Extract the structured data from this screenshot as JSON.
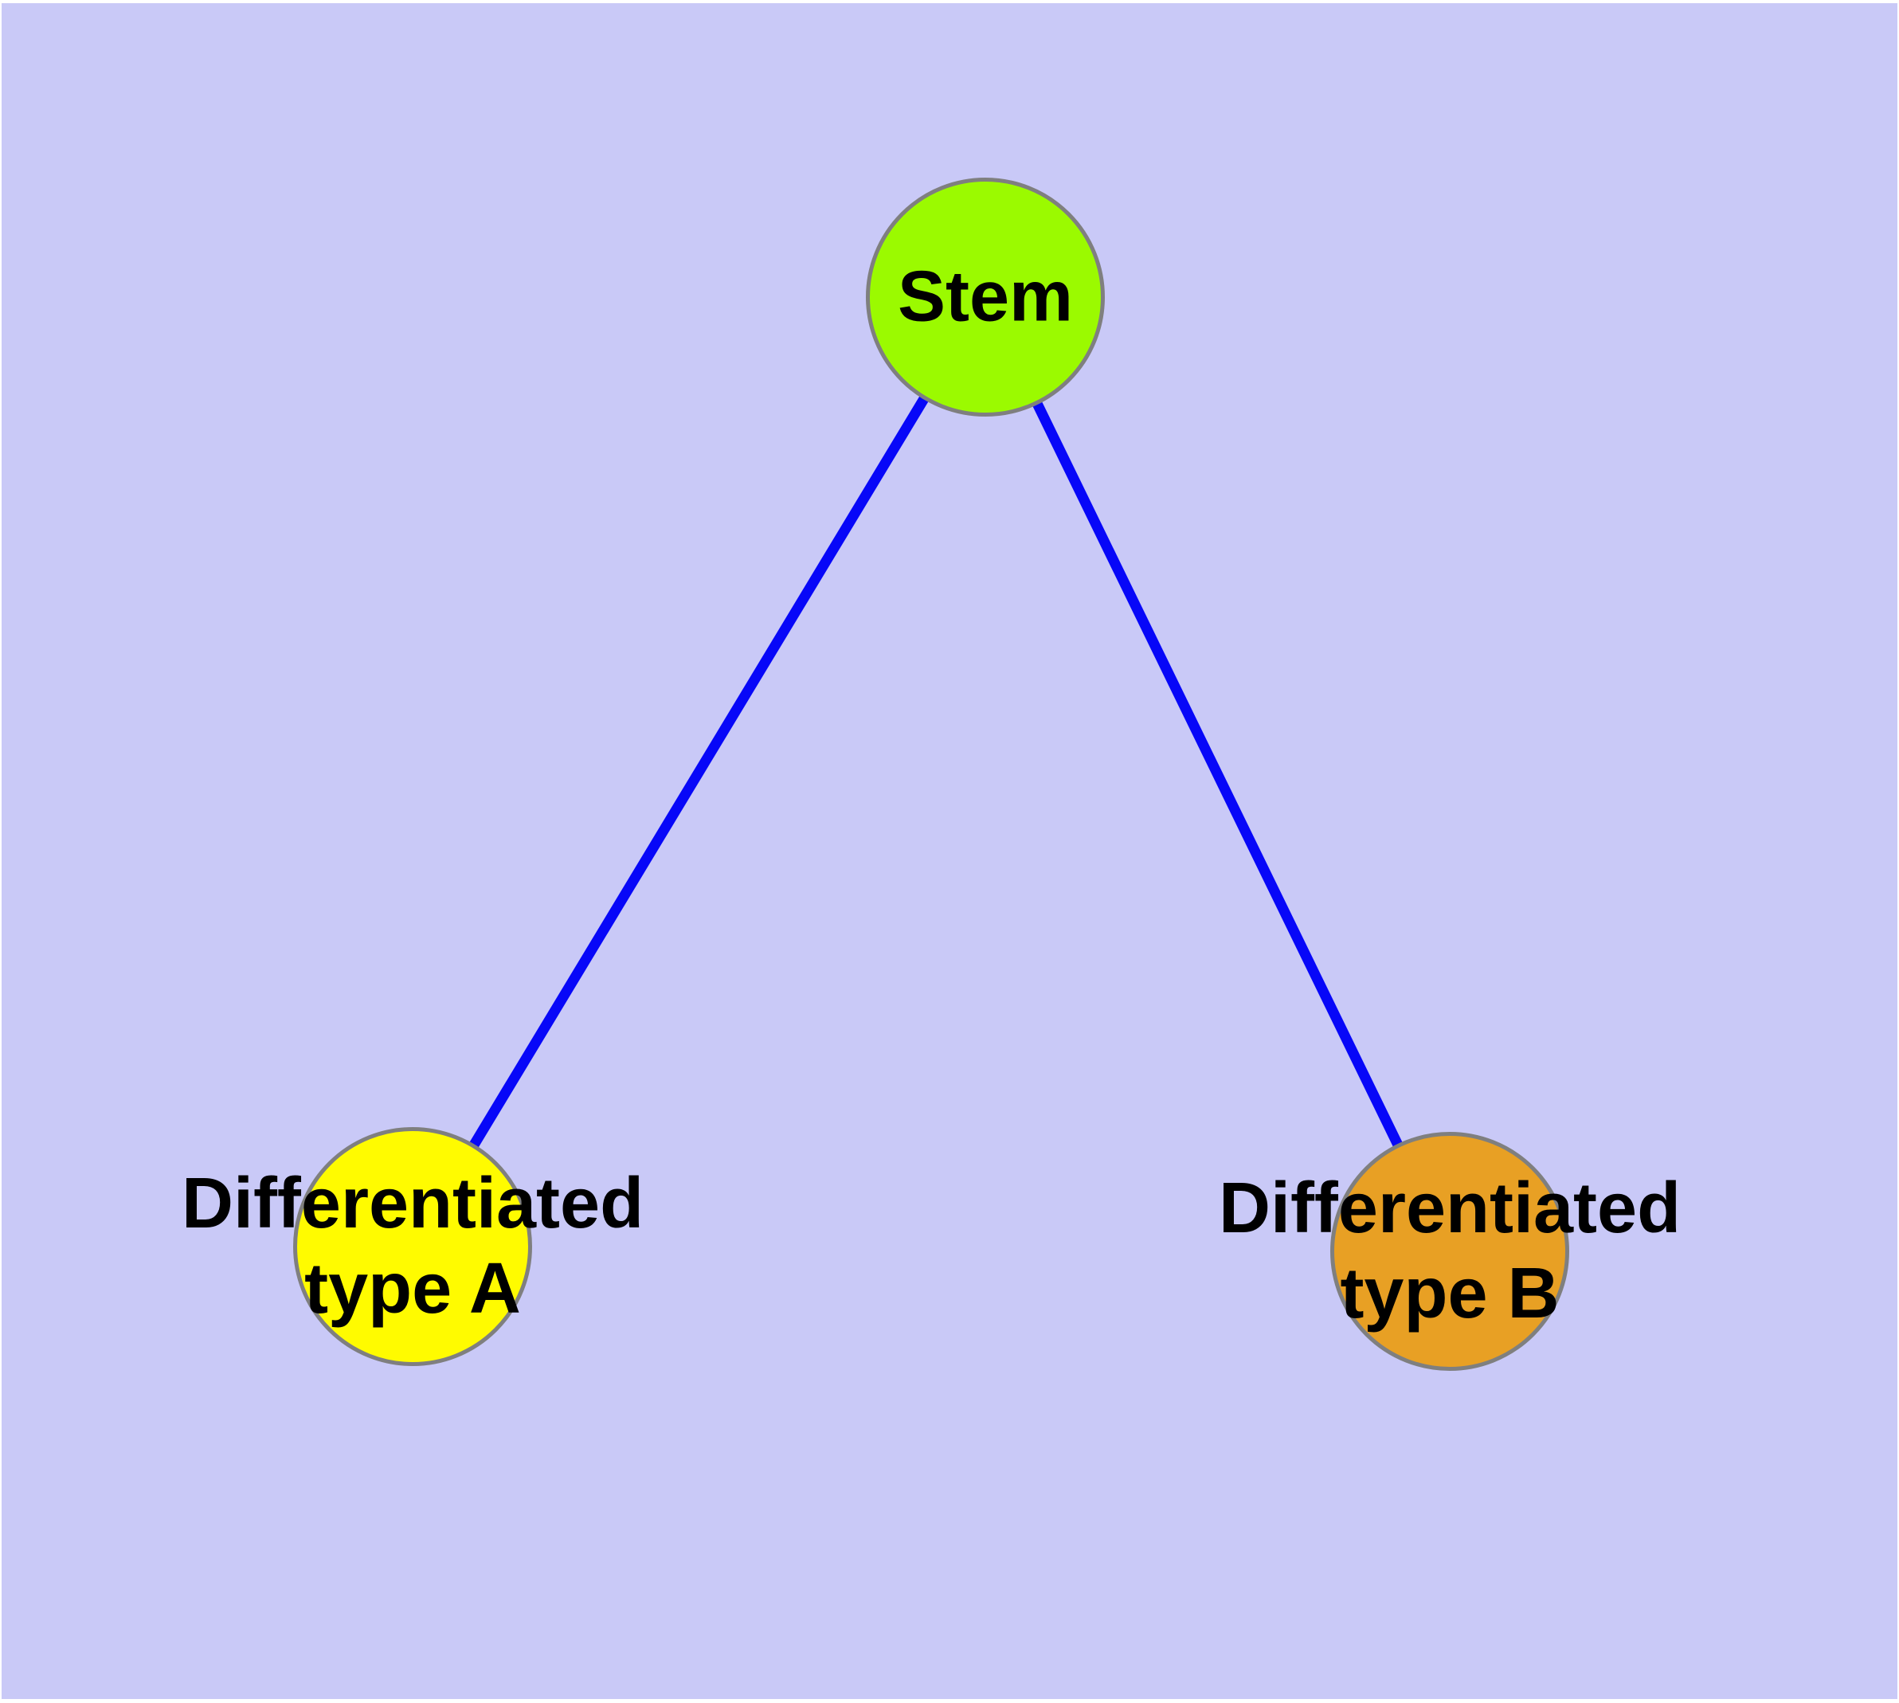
{
  "diagram": {
    "title": "",
    "background_color": "#c9c9f7",
    "frame_color": "#ffffff",
    "edge_color": "#0707f8",
    "node_border_color": "#7f7f7f",
    "label_color": "#000000",
    "nodes": [
      {
        "id": "stem",
        "fill": "#9bfa00",
        "lines": [
          "Stem"
        ]
      },
      {
        "id": "type-a",
        "fill": "#fffb00",
        "lines": [
          "Differentiated",
          "type A"
        ]
      },
      {
        "id": "type-b",
        "fill": "#e8a024",
        "lines": [
          "Differentiated",
          "type B"
        ]
      }
    ],
    "edges": [
      {
        "from": "stem",
        "to": "type-a"
      },
      {
        "from": "stem",
        "to": "type-b"
      }
    ]
  }
}
